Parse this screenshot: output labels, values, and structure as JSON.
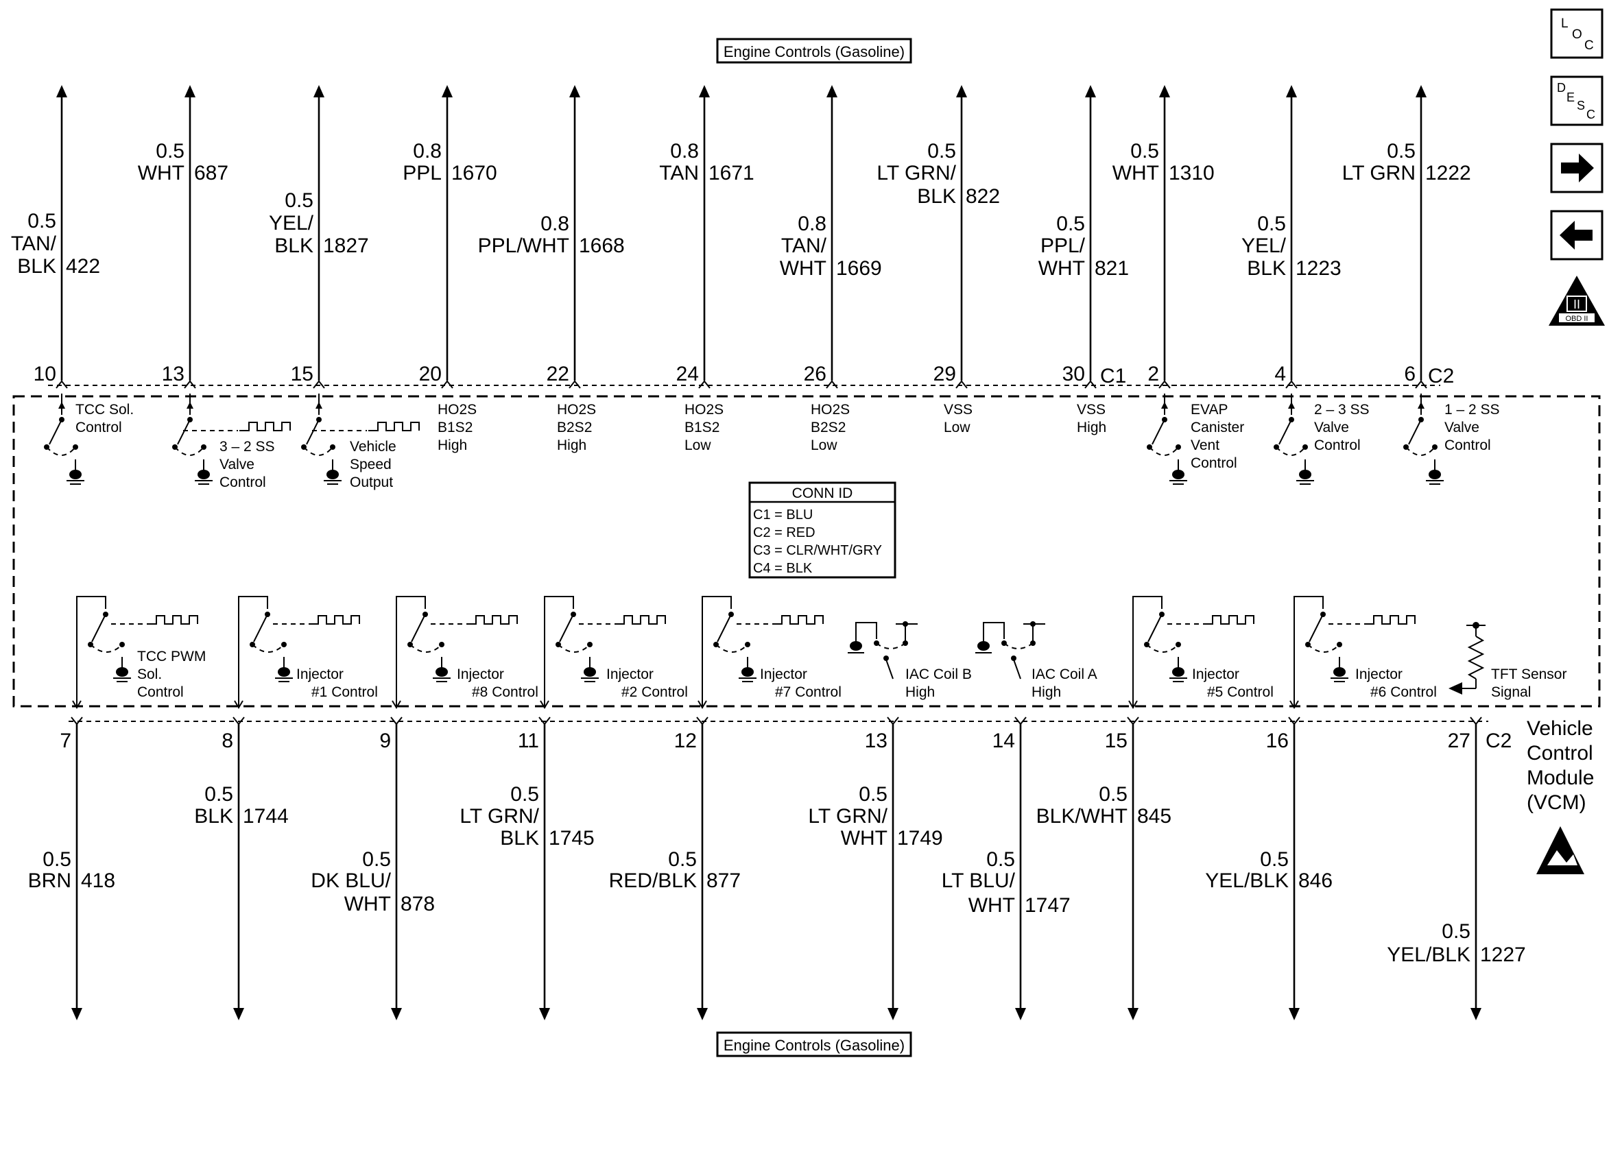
{
  "banners": {
    "top": "Engine Controls (Gasoline)",
    "bottom": "Engine Controls (Gasoline)"
  },
  "nav_buttons": {
    "loc": {
      "l1": "L",
      "l2": "O",
      "l3": "C"
    },
    "desc": {
      "l1": "D",
      "l2": "E",
      "l3": "S",
      "l4": "C"
    },
    "forward": "arrow-right-icon",
    "back": "arrow-left-icon",
    "obd": {
      "roman": "II",
      "label": "OBD II"
    }
  },
  "module": {
    "line1": "Vehicle",
    "line2": "Control",
    "line3": "Module",
    "line4": "(VCM)"
  },
  "conn_id": {
    "title": "CONN ID",
    "rows": [
      "C1 = BLU",
      "C2 = RED",
      "C3 = CLR/WHT/GRY",
      "C4 = BLK"
    ]
  },
  "top_connectors": {
    "c1": "C1",
    "c2": "C2"
  },
  "bottom_connector": "C2",
  "top_wires": [
    {
      "pin": "10",
      "gauge": "0.5",
      "color": [
        "TAN/",
        "BLK"
      ],
      "circuit": "422"
    },
    {
      "pin": "13",
      "gauge": "0.5",
      "color": [
        "WHT"
      ],
      "circuit": "687"
    },
    {
      "pin": "15",
      "gauge": "0.5",
      "color": [
        "YEL/",
        "BLK"
      ],
      "circuit": "1827"
    },
    {
      "pin": "20",
      "gauge": "0.8",
      "color": [
        "PPL"
      ],
      "circuit": "1670"
    },
    {
      "pin": "22",
      "gauge": "0.8",
      "color": [
        "PPL/WHT"
      ],
      "circuit": "1668"
    },
    {
      "pin": "24",
      "gauge": "0.8",
      "color": [
        "TAN"
      ],
      "circuit": "1671"
    },
    {
      "pin": "26",
      "gauge": "0.8",
      "color": [
        "TAN/",
        "WHT"
      ],
      "circuit": "1669"
    },
    {
      "pin": "29",
      "gauge": "0.5",
      "color": [
        "LT GRN/",
        "BLK"
      ],
      "circuit": "822"
    },
    {
      "pin": "30",
      "gauge": "0.5",
      "color": [
        "PPL/",
        "WHT"
      ],
      "circuit": "821"
    },
    {
      "pin": "2",
      "gauge": "0.5",
      "color": [
        "WHT"
      ],
      "circuit": "1310"
    },
    {
      "pin": "4",
      "gauge": "0.5",
      "color": [
        "YEL/",
        "BLK"
      ],
      "circuit": "1223"
    },
    {
      "pin": "6",
      "gauge": "0.5",
      "color": [
        "LT GRN"
      ],
      "circuit": "1222"
    }
  ],
  "bottom_wires": [
    {
      "pin": "7",
      "gauge": "0.5",
      "color": [
        "BRN"
      ],
      "circuit": "418"
    },
    {
      "pin": "8",
      "gauge": "0.5",
      "color": [
        "BLK"
      ],
      "circuit": "1744"
    },
    {
      "pin": "9",
      "gauge": "0.5",
      "color": [
        "DK BLU/",
        "WHT"
      ],
      "circuit": "878"
    },
    {
      "pin": "11",
      "gauge": "0.5",
      "color": [
        "LT GRN/",
        "BLK"
      ],
      "circuit": "1745"
    },
    {
      "pin": "12",
      "gauge": "0.5",
      "color": [
        "RED/BLK"
      ],
      "circuit": "877"
    },
    {
      "pin": "13",
      "gauge": "0.5",
      "color": [
        "LT GRN/",
        "WHT"
      ],
      "circuit": "1749"
    },
    {
      "pin": "14",
      "gauge": "0.5",
      "color": [
        "LT BLU/",
        "WHT"
      ],
      "circuit": "1747"
    },
    {
      "pin": "15",
      "gauge": "0.5",
      "color": [
        "BLK/WHT"
      ],
      "circuit": "845"
    },
    {
      "pin": "16",
      "gauge": "0.5",
      "color": [
        "YEL/BLK"
      ],
      "circuit": "846"
    },
    {
      "pin": "27",
      "gauge": "0.5",
      "color": [
        "YEL/BLK"
      ],
      "circuit": "1227"
    }
  ],
  "top_signals": [
    [
      "TCC Sol.",
      "Control"
    ],
    [
      "3 – 2 SS",
      "Valve",
      "Control"
    ],
    [
      "Vehicle",
      "Speed",
      "Output"
    ],
    [
      "HO2S",
      "B1S2",
      "High"
    ],
    [
      "HO2S",
      "B2S2",
      "High"
    ],
    [
      "HO2S",
      "B1S2",
      "Low"
    ],
    [
      "HO2S",
      "B2S2",
      "Low"
    ],
    [
      "VSS",
      "Low"
    ],
    [
      "VSS",
      "High"
    ],
    [
      "EVAP",
      "Canister",
      "Vent",
      "Control"
    ],
    [
      "2 – 3 SS",
      "Valve",
      "Control"
    ],
    [
      "1 – 2 SS",
      "Valve",
      "Control"
    ]
  ],
  "bottom_signals": [
    [
      "TCC PWM",
      "Sol.",
      "Control"
    ],
    [
      "Injector",
      "#1 Control"
    ],
    [
      "Injector",
      "#8 Control"
    ],
    [
      "Injector",
      "#2 Control"
    ],
    [
      "Injector",
      "#7 Control"
    ],
    [
      "IAC Coil B",
      "High"
    ],
    [
      "IAC Coil A",
      "High"
    ],
    [
      "Injector",
      "#5 Control"
    ],
    [
      "Injector",
      "#6 Control"
    ],
    [
      "TFT Sensor",
      "Signal"
    ]
  ]
}
